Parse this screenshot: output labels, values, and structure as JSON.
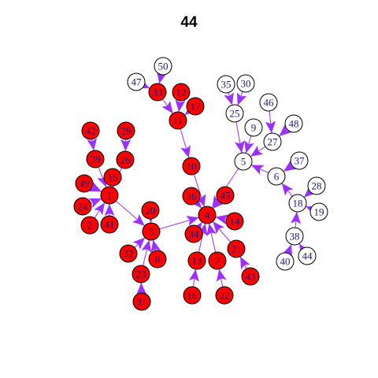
{
  "title": "44",
  "colors": {
    "red_node": "#ff0000",
    "white_node": "#ffffff",
    "node_stroke": "#000000",
    "edge": "#9b30ff",
    "white_label": "#1a1a7a",
    "red_label": "#1a1a7a"
  },
  "nodes": [
    {
      "id": "1",
      "color": "red"
    },
    {
      "id": "2",
      "color": "red"
    },
    {
      "id": "3",
      "color": "red"
    },
    {
      "id": "4",
      "color": "red"
    },
    {
      "id": "5",
      "color": "white"
    },
    {
      "id": "6",
      "color": "white"
    },
    {
      "id": "7",
      "color": "red"
    },
    {
      "id": "8",
      "color": "red"
    },
    {
      "id": "9",
      "color": "white"
    },
    {
      "id": "10",
      "color": "red"
    },
    {
      "id": "11",
      "color": "red"
    },
    {
      "id": "12",
      "color": "red"
    },
    {
      "id": "13",
      "color": "red"
    },
    {
      "id": "14",
      "color": "red"
    },
    {
      "id": "15",
      "color": "red"
    },
    {
      "id": "16",
      "color": "red"
    },
    {
      "id": "17",
      "color": "red"
    },
    {
      "id": "18",
      "color": "white"
    },
    {
      "id": "19",
      "color": "white"
    },
    {
      "id": "20",
      "color": "red"
    },
    {
      "id": "21",
      "color": "red"
    },
    {
      "id": "22",
      "color": "red"
    },
    {
      "id": "23",
      "color": "red"
    },
    {
      "id": "24",
      "color": "red"
    },
    {
      "id": "25",
      "color": "white"
    },
    {
      "id": "26",
      "color": "red"
    },
    {
      "id": "27",
      "color": "white"
    },
    {
      "id": "28",
      "color": "white"
    },
    {
      "id": "29",
      "color": "red"
    },
    {
      "id": "30",
      "color": "white"
    },
    {
      "id": "31",
      "color": "red"
    },
    {
      "id": "32",
      "color": "red"
    },
    {
      "id": "33",
      "color": "red"
    },
    {
      "id": "34",
      "color": "red"
    },
    {
      "id": "35",
      "color": "white"
    },
    {
      "id": "36",
      "color": "red"
    },
    {
      "id": "37",
      "color": "white"
    },
    {
      "id": "38",
      "color": "white"
    },
    {
      "id": "39",
      "color": "red"
    },
    {
      "id": "40",
      "color": "white"
    },
    {
      "id": "41",
      "color": "red"
    },
    {
      "id": "42",
      "color": "red"
    },
    {
      "id": "43",
      "color": "red"
    },
    {
      "id": "44",
      "color": "white"
    },
    {
      "id": "45",
      "color": "red"
    },
    {
      "id": "46",
      "color": "white"
    },
    {
      "id": "47",
      "color": "white"
    },
    {
      "id": "48",
      "color": "white"
    },
    {
      "id": "49",
      "color": "red"
    },
    {
      "id": "50",
      "color": "white"
    }
  ],
  "edges": [
    {
      "from": "15",
      "to": "1"
    },
    {
      "from": "39",
      "to": "1"
    },
    {
      "from": "26",
      "to": "1"
    },
    {
      "from": "49",
      "to": "1"
    },
    {
      "from": "24",
      "to": "1"
    },
    {
      "from": "2",
      "to": "1"
    },
    {
      "from": "41",
      "to": "1"
    },
    {
      "from": "42",
      "to": "39"
    },
    {
      "from": "29",
      "to": "26"
    },
    {
      "from": "1",
      "to": "3"
    },
    {
      "from": "20",
      "to": "3"
    },
    {
      "from": "32",
      "to": "3"
    },
    {
      "from": "8",
      "to": "3"
    },
    {
      "from": "23",
      "to": "3"
    },
    {
      "from": "31",
      "to": "23"
    },
    {
      "from": "3",
      "to": "4"
    },
    {
      "from": "36",
      "to": "4"
    },
    {
      "from": "45",
      "to": "4"
    },
    {
      "from": "14",
      "to": "4"
    },
    {
      "from": "34",
      "to": "4"
    },
    {
      "from": "13",
      "to": "4"
    },
    {
      "from": "7",
      "to": "4"
    },
    {
      "from": "21",
      "to": "4"
    },
    {
      "from": "16",
      "to": "13"
    },
    {
      "from": "22",
      "to": "7"
    },
    {
      "from": "43",
      "to": "21"
    },
    {
      "from": "10",
      "to": "4"
    },
    {
      "from": "11",
      "to": "10"
    },
    {
      "from": "12",
      "to": "11"
    },
    {
      "from": "17",
      "to": "11"
    },
    {
      "from": "33",
      "to": "11"
    },
    {
      "from": "47",
      "to": "33"
    },
    {
      "from": "50",
      "to": "33"
    },
    {
      "from": "5",
      "to": "4"
    },
    {
      "from": "9",
      "to": "5"
    },
    {
      "from": "25",
      "to": "5"
    },
    {
      "from": "27",
      "to": "5"
    },
    {
      "from": "6",
      "to": "5"
    },
    {
      "from": "35",
      "to": "25"
    },
    {
      "from": "30",
      "to": "25"
    },
    {
      "from": "46",
      "to": "27"
    },
    {
      "from": "48",
      "to": "27"
    },
    {
      "from": "37",
      "to": "6"
    },
    {
      "from": "18",
      "to": "6"
    },
    {
      "from": "28",
      "to": "18"
    },
    {
      "from": "19",
      "to": "18"
    },
    {
      "from": "38",
      "to": "18"
    },
    {
      "from": "40",
      "to": "38"
    },
    {
      "from": "44",
      "to": "38"
    }
  ]
}
